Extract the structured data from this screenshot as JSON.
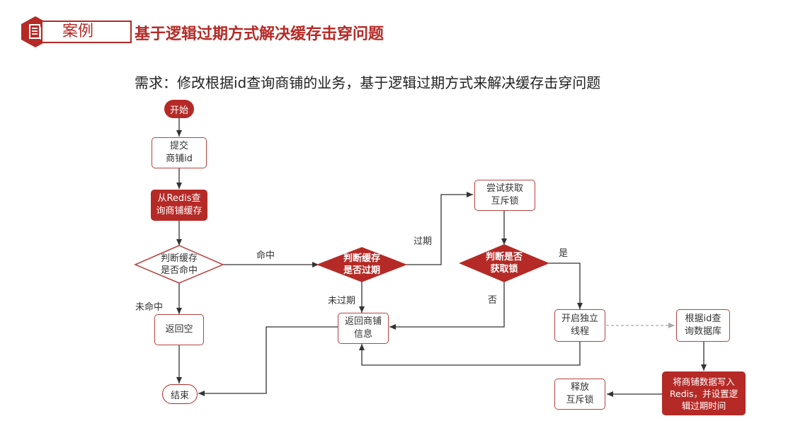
{
  "header": {
    "badge_label": "案例",
    "title": "基于逻辑过期方式解决缓存击穿问题"
  },
  "requirement": "需求：修改根据id查询商铺的业务，基于逻辑过期方式来解决缓存击穿问题",
  "nodes": {
    "start": "开始",
    "submit": "提交\n商铺id",
    "query_redis": "从Redis查\n询商铺缓存",
    "check_hit": "判断缓存\n是否命中",
    "return_null": "返回空",
    "end": "结束",
    "check_expire": "判断缓存\n是否过期",
    "return_shop": "返回商铺\n信息",
    "try_lock": "尝试获取\n互斥锁",
    "check_lock": "判断是否\n获取锁",
    "start_thread": "开启独立\n线程",
    "query_db": "根据id查\n询数据库",
    "write_redis": "将商铺数据写入\nRedis，并设置逻\n辑过期时间",
    "release_lock": "释放\n互斥锁"
  },
  "edge_labels": {
    "hit": "命中",
    "miss": "未命中",
    "expired": "过期",
    "not_expired": "未过期",
    "yes": "是",
    "no": "否"
  },
  "colors": {
    "accent": "#b52a26",
    "border": "#b7433f",
    "line": "#333333",
    "dashed": "#aaaaaa"
  }
}
